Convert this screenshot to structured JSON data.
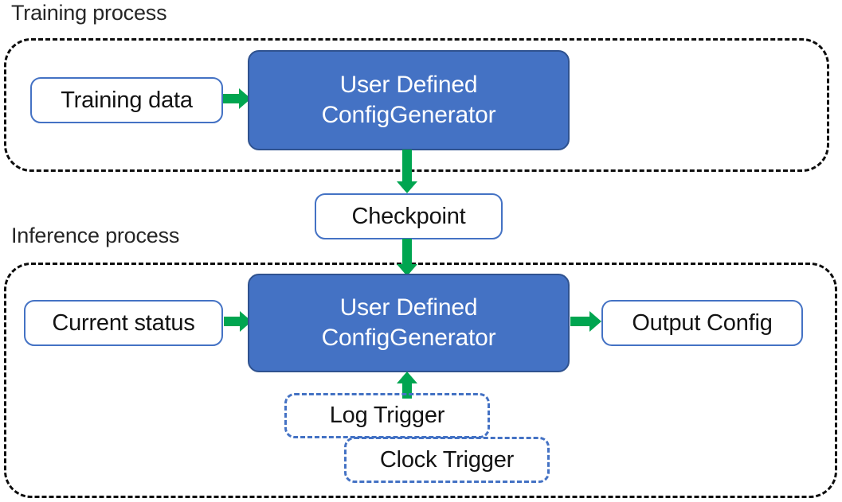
{
  "diagram": {
    "title_training": "Training process",
    "title_inference": "Inference process",
    "colors": {
      "process_fill": "#4472C4",
      "process_border": "#2F528F",
      "node_border": "#4472C4",
      "group_border": "#0D0D0D",
      "arrow": "#00A550",
      "text_dark": "#262626",
      "text_light": "#FFFFFF"
    },
    "nodes": {
      "training_data": "Training data",
      "generator_training_line1": "User Defined",
      "generator_training_line2": "ConfigGenerator",
      "checkpoint": "Checkpoint",
      "current_status": "Current status",
      "generator_inference_line1": "User Defined",
      "generator_inference_line2": "ConfigGenerator",
      "output_config": "Output Config",
      "log_trigger": "Log Trigger",
      "clock_trigger": "Clock Trigger"
    },
    "arrows": [
      {
        "name": "training-data-to-generator",
        "from": "Training data",
        "to": "User Defined ConfigGenerator",
        "direction": "right"
      },
      {
        "name": "generator-to-checkpoint",
        "from": "User Defined ConfigGenerator",
        "to": "Checkpoint",
        "direction": "down"
      },
      {
        "name": "checkpoint-to-generator",
        "from": "Checkpoint",
        "to": "User Defined ConfigGenerator",
        "direction": "down"
      },
      {
        "name": "status-to-generator",
        "from": "Current status",
        "to": "User Defined ConfigGenerator",
        "direction": "right"
      },
      {
        "name": "generator-to-output",
        "from": "User Defined ConfigGenerator",
        "to": "Output Config",
        "direction": "right"
      },
      {
        "name": "trigger-to-generator",
        "from": "Log Trigger / Clock Trigger",
        "to": "User Defined ConfigGenerator",
        "direction": "up"
      }
    ]
  }
}
